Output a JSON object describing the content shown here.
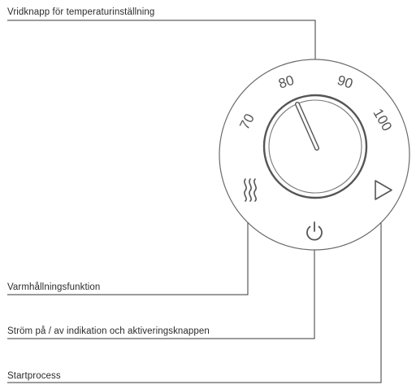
{
  "labels": {
    "dial": "Vridknapp för temperaturinställning",
    "keep_warm": "Varmhållningsfunktion",
    "power": "Ström på / av indikation och aktiveringsknappen",
    "start": "Startprocess"
  },
  "dial": {
    "scale": [
      "70",
      "80",
      "90",
      "100"
    ]
  },
  "icons": {
    "keep_warm": "heat-waves-icon",
    "power": "power-icon",
    "start": "play-triangle-icon"
  }
}
